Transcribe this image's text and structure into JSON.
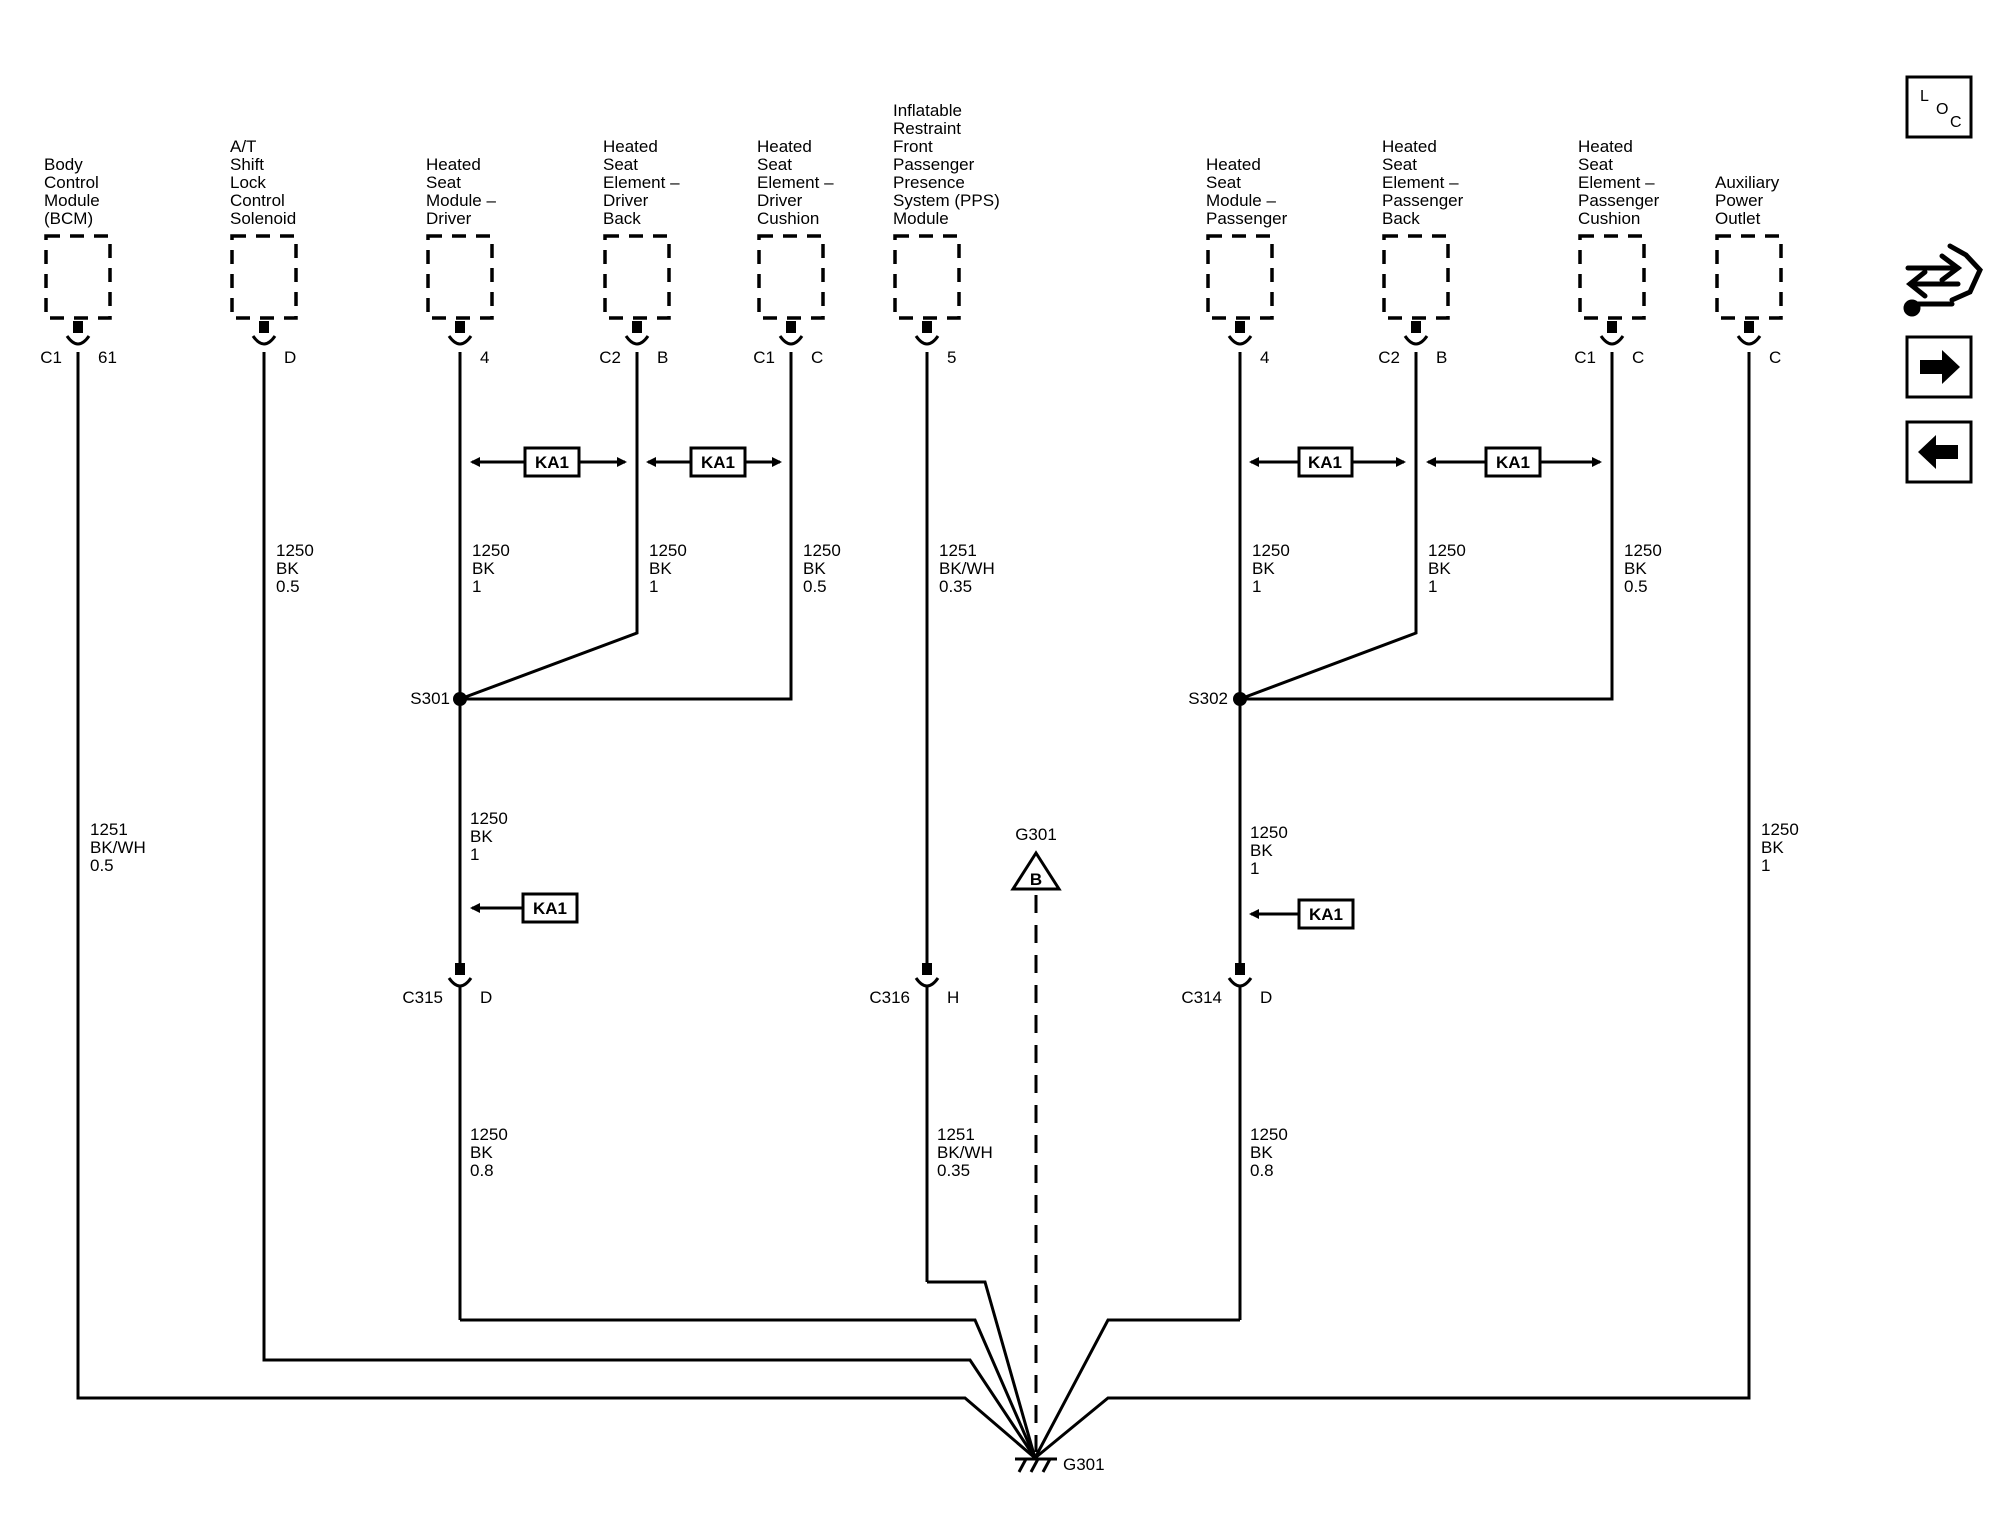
{
  "components": [
    {
      "name": "Body Control Module (BCM)",
      "lines": [
        "Body",
        "Control",
        "Module",
        "(BCM)"
      ],
      "left_pin": "C1",
      "right_pin": "61",
      "wire": [
        "1251",
        "BK/WH",
        "0.5"
      ]
    },
    {
      "name": "A/T Shift Lock Control Solenoid",
      "lines": [
        "A/T",
        "Shift",
        "Lock",
        "Control",
        "Solenoid"
      ],
      "left_pin": "",
      "right_pin": "D",
      "wire": [
        "1250",
        "BK",
        "0.5"
      ]
    },
    {
      "name": "Heated Seat Module - Driver",
      "lines": [
        "Heated",
        "Seat",
        "Module –",
        "Driver"
      ],
      "left_pin": "",
      "right_pin": "4",
      "wire": [
        "1250",
        "BK",
        "1"
      ]
    },
    {
      "name": "Heated Seat Element - Driver Back",
      "lines": [
        "Heated",
        "Seat",
        "Element –",
        "Driver",
        "Back"
      ],
      "left_pin": "C2",
      "right_pin": "B",
      "wire": [
        "1250",
        "BK",
        "1"
      ]
    },
    {
      "name": "Heated Seat Element - Driver Cushion",
      "lines": [
        "Heated",
        "Seat",
        "Element –",
        "Driver",
        "Cushion"
      ],
      "left_pin": "C1",
      "right_pin": "C",
      "wire": [
        "1250",
        "BK",
        "0.5"
      ]
    },
    {
      "name": "Inflatable Restraint Front Passenger Presence System (PPS) Module",
      "lines": [
        "Inflatable",
        "Restraint",
        "Front",
        "Passenger",
        "Presence",
        "System (PPS)",
        "Module"
      ],
      "left_pin": "",
      "right_pin": "5",
      "wire": [
        "1251",
        "BK/WH",
        "0.35"
      ]
    },
    {
      "name": "Heated Seat Module - Passenger",
      "lines": [
        "Heated",
        "Seat",
        "Module –",
        "Passenger"
      ],
      "left_pin": "",
      "right_pin": "4",
      "wire": [
        "1250",
        "BK",
        "1"
      ]
    },
    {
      "name": "Heated Seat Element - Passenger Back",
      "lines": [
        "Heated",
        "Seat",
        "Element –",
        "Passenger",
        "Back"
      ],
      "left_pin": "C2",
      "right_pin": "B",
      "wire": [
        "1250",
        "BK",
        "1"
      ]
    },
    {
      "name": "Heated Seat Element - Passenger Cushion",
      "lines": [
        "Heated",
        "Seat",
        "Element –",
        "Passenger",
        "Cushion"
      ],
      "left_pin": "C1",
      "right_pin": "C",
      "wire": [
        "1250",
        "BK",
        "0.5"
      ]
    },
    {
      "name": "Auxiliary Power Outlet",
      "lines": [
        "Auxiliary",
        "Power",
        "Outlet"
      ],
      "left_pin": "",
      "right_pin": "C",
      "wire": [
        "1250",
        "BK",
        "1"
      ]
    }
  ],
  "splices": [
    "S301",
    "S302"
  ],
  "lower_wires": {
    "driver_upper": [
      "1250",
      "BK",
      "1"
    ],
    "driver_lower": [
      "1250",
      "BK",
      "0.8"
    ],
    "pps_lower": [
      "1251",
      "BK/WH",
      "0.35"
    ],
    "passenger_upper": [
      "1250",
      "BK",
      "1"
    ],
    "passenger_lower": [
      "1250",
      "BK",
      "0.8"
    ]
  },
  "connectors": [
    {
      "id": "C315",
      "pin": "D"
    },
    {
      "id": "C316",
      "pin": "H"
    },
    {
      "id": "C314",
      "pin": "D"
    }
  ],
  "ka_label": "KA1",
  "ground": {
    "id": "G301",
    "ref_label": "G301",
    "ref_letter": "B"
  },
  "sidebar": {
    "loc_letters": [
      "L",
      "O",
      "C"
    ],
    "loc_icon": "location-icon",
    "connector_icon": "connector-tool-icon",
    "next_icon": "arrow-right-icon",
    "prev_icon": "arrow-left-icon"
  }
}
